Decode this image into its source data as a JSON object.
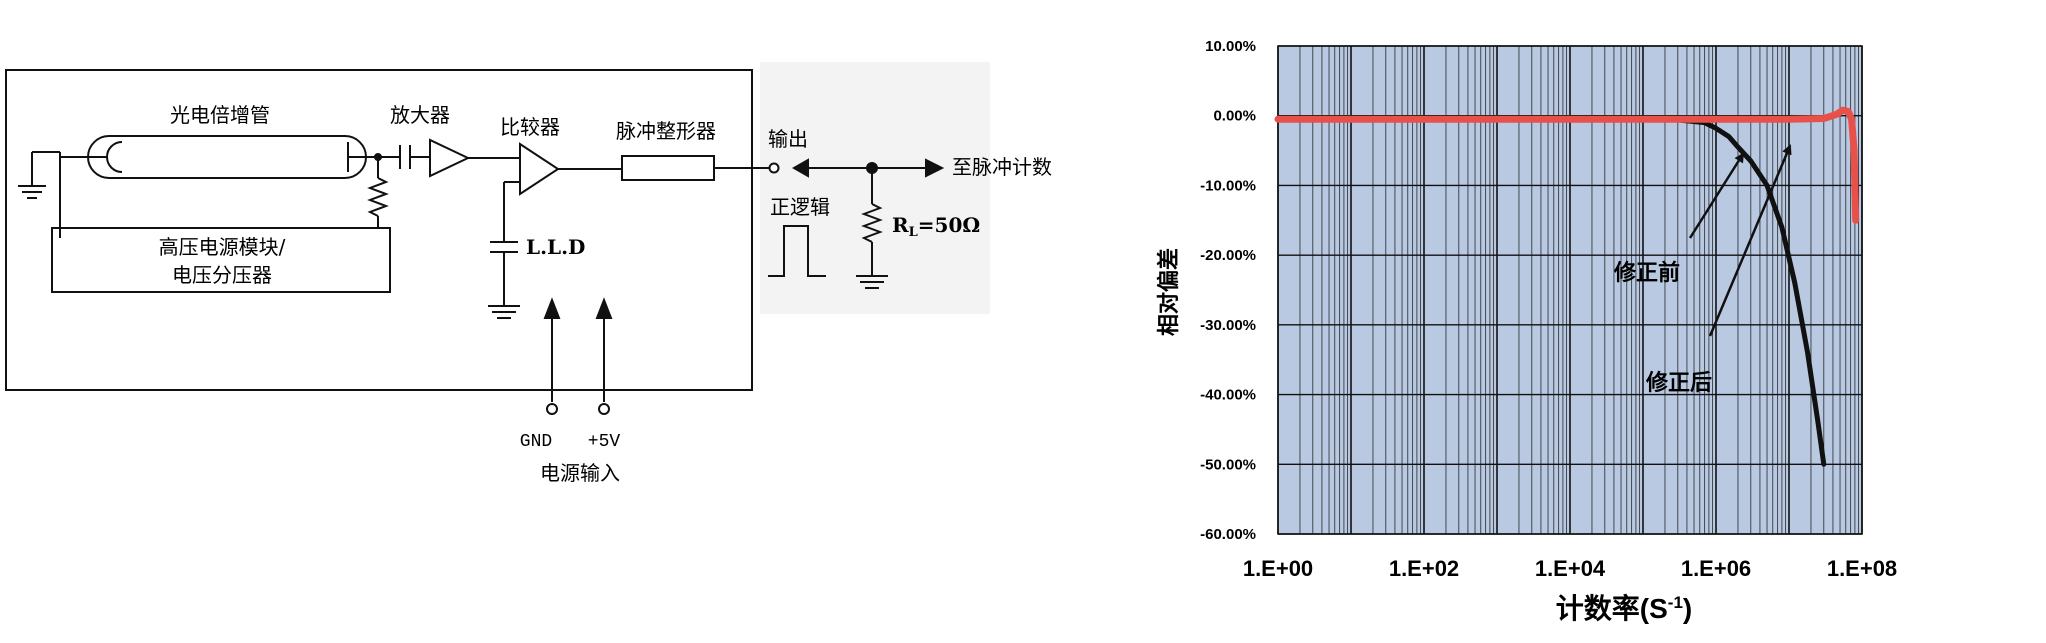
{
  "circuit": {
    "pmt_label": "光电倍增管",
    "amplifier_label": "放大器",
    "comparator_label": "比较器",
    "shaper_label": "脉冲整形器",
    "output_label": "输出",
    "to_counter_label": "至脉冲计数",
    "positive_logic_label": "正逻辑",
    "load_prefix": "R",
    "load_sub": "L",
    "load_value": "=50Ω",
    "hv_line1": "高压电源模块/",
    "hv_line2": "电压分压器",
    "lld_label": "L.L.D",
    "gnd_label": "GND",
    "v5_label": "+5V",
    "power_input_label": "电源输入"
  },
  "chart_data": {
    "type": "line",
    "ylabel": "相对偏差",
    "xlabel_main": "计数率(S",
    "xlabel_sup": "-1",
    "xlabel_close": ")",
    "x_scale": "log",
    "xlim": [
      1,
      100000000
    ],
    "ylim": [
      -60,
      10
    ],
    "x_ticks": [
      "1.E+00",
      "1.E+02",
      "1.E+04",
      "1.E+06",
      "1.E+08"
    ],
    "y_ticks": [
      "10.00%",
      "0.00%",
      "-10.00%",
      "-20.00%",
      "-30.00%",
      "-40.00%",
      "-50.00%",
      "-60.00%"
    ],
    "grid": true,
    "plot_bg": "#b8c9e1",
    "annotations": [
      {
        "text": "修正前"
      },
      {
        "text": "修正后"
      }
    ],
    "series": [
      {
        "color": "#111111",
        "x": [
          1,
          1000,
          100000,
          300000,
          700000,
          1000000,
          1500000,
          2000000,
          3000000,
          5000000,
          8000000,
          12000000,
          18000000,
          25000000,
          30000000
        ],
        "y": [
          -0.5,
          -0.5,
          -0.5,
          -0.6,
          -1.0,
          -1.8,
          -3.0,
          -4.5,
          -6.5,
          -10,
          -16,
          -24,
          -34,
          -44,
          -50
        ]
      },
      {
        "color": "#e8514a",
        "x": [
          1,
          1000,
          1000000,
          10000000,
          30000000,
          45000000,
          55000000,
          65000000,
          72000000,
          78000000,
          82000000
        ],
        "y": [
          -0.5,
          -0.5,
          -0.5,
          -0.5,
          -0.4,
          0.2,
          0.8,
          0.6,
          -0.5,
          -5,
          -15
        ]
      }
    ]
  }
}
